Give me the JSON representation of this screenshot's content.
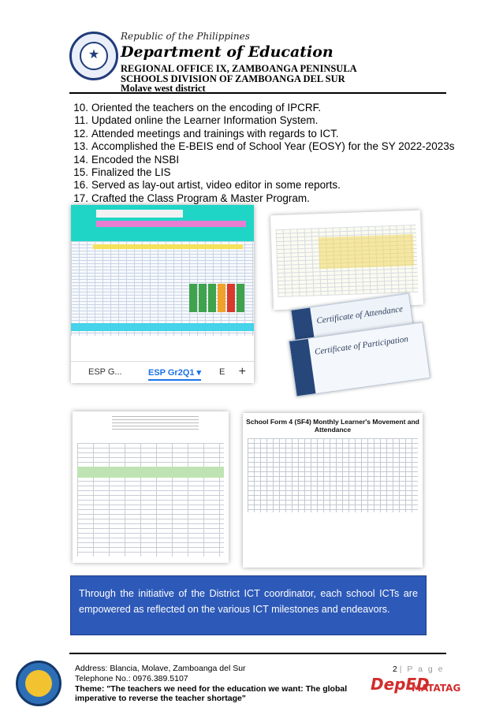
{
  "letterhead": {
    "republic": "Republic of the Philippines",
    "department": "Department of Education",
    "region": "REGIONAL OFFICE IX, ZAMBOANGA PENINSULA",
    "division": "SCHOOLS DIVISION OF ZAMBOANGA DEL SUR",
    "district": "Molave west district"
  },
  "accomplishments": [
    {
      "num": "10.",
      "text": "Oriented the teachers on the encoding of IPCRF."
    },
    {
      "num": "11.",
      "text": "Updated online the Learner Information System."
    },
    {
      "num": "12.",
      "text": "Attended meetings and trainings with regards to ICT."
    },
    {
      "num": "13.",
      "text": "Accomplished the E-BEIS end of School Year (EOSY) for the SY 2022-2023s"
    },
    {
      "num": "14.",
      "text": "Encoded the NSBI"
    },
    {
      "num": "15.",
      "text": "Finalized the LIS"
    },
    {
      "num": "16.",
      "text": "Served as lay-out artist, video editor in some reports."
    },
    {
      "num": "17.",
      "text": "Crafted the Class Program & Master Program."
    }
  ],
  "screenshots": {
    "spreadsheet_tabs": [
      "ESP G...",
      "ESP Gr2Q1 ▾",
      "E"
    ],
    "certificate_1": "Certificate of Attendance",
    "certificate_2": "Certificate of Participation",
    "sf4_title": "School Form 4 (SF4) Monthly Learner's Movement and Attendance"
  },
  "callout": {
    "text": "Through the initiative of the District ICT coordinator, each school ICTs are empowered as reflected on the various ICT milestones and endeavors."
  },
  "footer": {
    "address": "Address: Blancia, Molave, Zamboanga del Sur",
    "telephone": "Telephone No.: 0976.389.5107",
    "theme": "Theme: \"The teachers we need for the education we want: The global imperative to reverse the teacher shortage\"",
    "page_number": "2",
    "page_label": "| P a g e",
    "logo_deped": "DepED",
    "logo_matatag": "MATATAG"
  },
  "colors": {
    "callout_bg": "#2d59b8",
    "deped_red": "#d22c2c",
    "deped_blue": "#1f3b8a"
  }
}
